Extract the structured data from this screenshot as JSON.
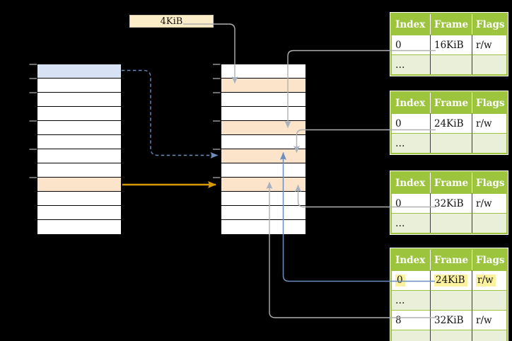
{
  "labels": {
    "page_size": "4KiB"
  },
  "page_tables": [
    {
      "name": "page-table-1",
      "headers": [
        "Index",
        "Frame",
        "Flags"
      ],
      "rows": [
        {
          "cells": [
            "0",
            "16KiB",
            "r/w"
          ],
          "shaded": false,
          "highlighted": false
        },
        {
          "cells": [
            "…",
            "",
            ""
          ],
          "shaded": true,
          "highlighted": false
        }
      ]
    },
    {
      "name": "page-table-2",
      "headers": [
        "Index",
        "Frame",
        "Flags"
      ],
      "rows": [
        {
          "cells": [
            "0",
            "24KiB",
            "r/w"
          ],
          "shaded": false,
          "highlighted": false
        },
        {
          "cells": [
            "…",
            "",
            ""
          ],
          "shaded": true,
          "highlighted": false
        }
      ]
    },
    {
      "name": "page-table-3",
      "headers": [
        "Index",
        "Frame",
        "Flags"
      ],
      "rows": [
        {
          "cells": [
            "0",
            "32KiB",
            "r/w"
          ],
          "shaded": false,
          "highlighted": false
        },
        {
          "cells": [
            "…",
            "",
            ""
          ],
          "shaded": true,
          "highlighted": false
        }
      ]
    },
    {
      "name": "page-table-4",
      "headers": [
        "Index",
        "Frame",
        "Flags"
      ],
      "rows": [
        {
          "cells": [
            "0",
            "24KiB",
            "r/w"
          ],
          "shaded": false,
          "highlighted": true
        },
        {
          "cells": [
            "…",
            "",
            ""
          ],
          "shaded": true,
          "highlighted": false
        },
        {
          "cells": [
            "8",
            "32KiB",
            "r/w"
          ],
          "shaded": false,
          "highlighted": false
        },
        {
          "cells": [
            "…",
            "",
            ""
          ],
          "shaded": true,
          "highlighted": false
        }
      ]
    }
  ],
  "virtual_memory": {
    "rows": [
      "blue",
      "white",
      "white",
      "white",
      "white",
      "white",
      "white",
      "white",
      "orange",
      "white",
      "white",
      "white"
    ],
    "tick_rows": [
      0,
      1,
      2,
      4,
      6,
      8
    ]
  },
  "physical_memory": {
    "rows": [
      "white",
      "orange",
      "white",
      "white",
      "orange",
      "white",
      "orange",
      "white",
      "orange",
      "white",
      "white",
      "white"
    ],
    "tick_rows": [
      0,
      1,
      2,
      4,
      6,
      8
    ]
  },
  "colors": {
    "highlight_blue": "#D7E3F5",
    "highlight_orange": "#FCE4CB",
    "label_bg": "#FCEDC9",
    "green_header": "#9CC43D",
    "green_row": "#E9EFD8",
    "yellow_highlight": "#FBF2A0",
    "arrow_gray": "#B0B0B0",
    "arrowhead_gray": "#A8B1C0",
    "arrow_blue": "#6C8EBF",
    "arrow_gold": "#D79B00",
    "tick_gray": "#8A8A8A"
  }
}
